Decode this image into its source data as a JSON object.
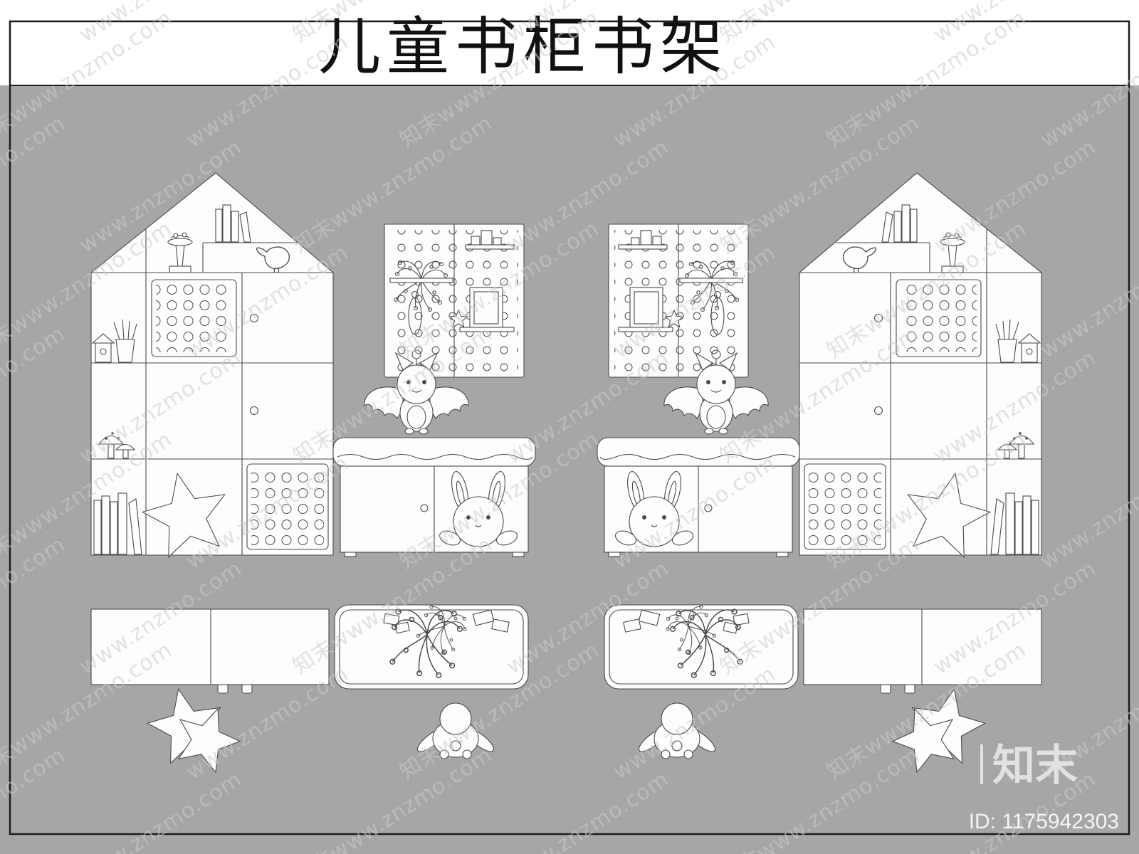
{
  "title": {
    "text": "儿童书柜书架"
  },
  "watermark": {
    "text": "知末www.znzmo.com",
    "text_short": "www.znzmo.com"
  },
  "brand": {
    "logo_text": "知末"
  },
  "footer": {
    "id_text": "ID: 1175942303"
  },
  "colors": {
    "background": "#a6a6a6",
    "paper": "#ffffff",
    "line": "#4a4a4a",
    "watermark": "#cbcbcb",
    "brand_text": "#e6e6e6",
    "id_text": "#f5f5f5",
    "title_text": "#111111"
  }
}
